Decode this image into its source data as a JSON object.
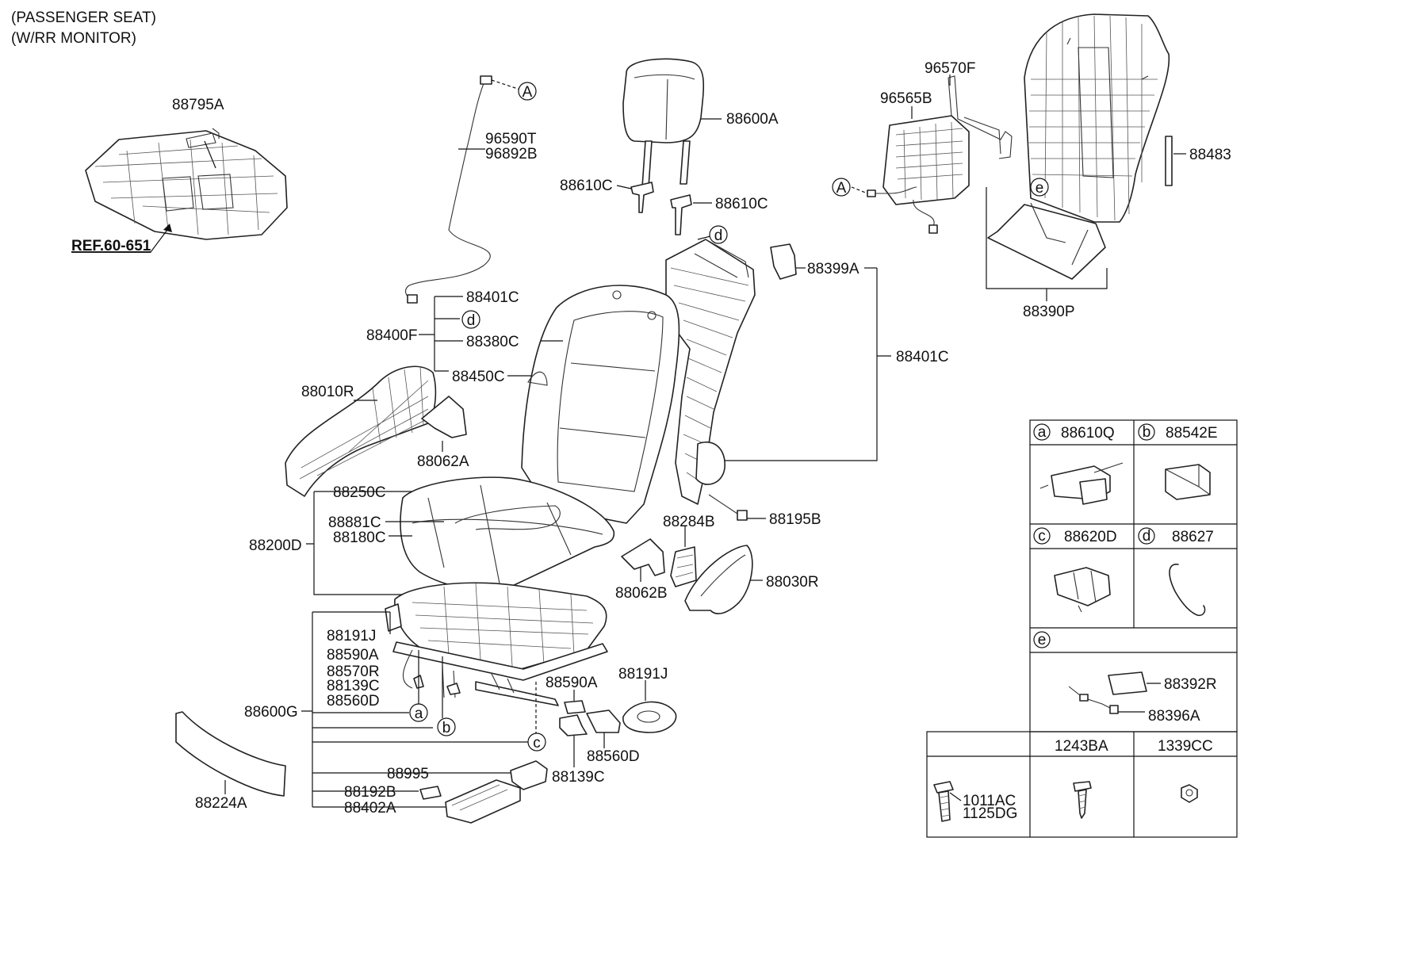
{
  "header": {
    "line1": "(PASSENGER SEAT)",
    "line2": "(W/RR MONITOR)"
  },
  "reference": "REF.60-651",
  "labels": {
    "p88795A": "88795A",
    "p96590T": "96590T",
    "p96892B": "96892B",
    "p88600A": "88600A",
    "p88610C_1": "88610C",
    "p88610C_2": "88610C",
    "p96570F": "96570F",
    "p96565B": "96565B",
    "p88483": "88483",
    "p88390P": "88390P",
    "p88399A": "88399A",
    "p88401C_1": "88401C",
    "p88401C_2": "88401C",
    "p88400F": "88400F",
    "p88380C": "88380C",
    "p88450C": "88450C",
    "p88010R": "88010R",
    "p88062A": "88062A",
    "p88250C": "88250C",
    "p88881C": "88881C",
    "p88180C": "88180C",
    "p88200D": "88200D",
    "p88284B": "88284B",
    "p88195B": "88195B",
    "p88062B": "88062B",
    "p88030R": "88030R",
    "p88191J_1": "88191J",
    "p88590A_1": "88590A",
    "p88570R": "88570R",
    "p88139C_1": "88139C",
    "p88560D_1": "88560D",
    "p88600G": "88600G",
    "p88590A_2": "88590A",
    "p88191J_2": "88191J",
    "p88560D_2": "88560D",
    "p88139C_2": "88139C",
    "p88995": "88995",
    "p88192B": "88192B",
    "p88402A": "88402A",
    "p88224A": "88224A"
  },
  "callouts": {
    "A": "A",
    "a": "a",
    "b": "b",
    "c": "c",
    "d": "d",
    "e": "e"
  },
  "legend": {
    "a": {
      "letter": "a",
      "part": "88610Q"
    },
    "b": {
      "letter": "b",
      "part": "88542E"
    },
    "c": {
      "letter": "c",
      "part": "88620D"
    },
    "d": {
      "letter": "d",
      "part": "88627"
    },
    "e": {
      "letter": "e",
      "items": [
        "88392R",
        "88396A"
      ]
    },
    "fasteners": {
      "col1": [
        "1011AC",
        "1125DG"
      ],
      "col2": "1243BA",
      "col3": "1339CC"
    }
  }
}
